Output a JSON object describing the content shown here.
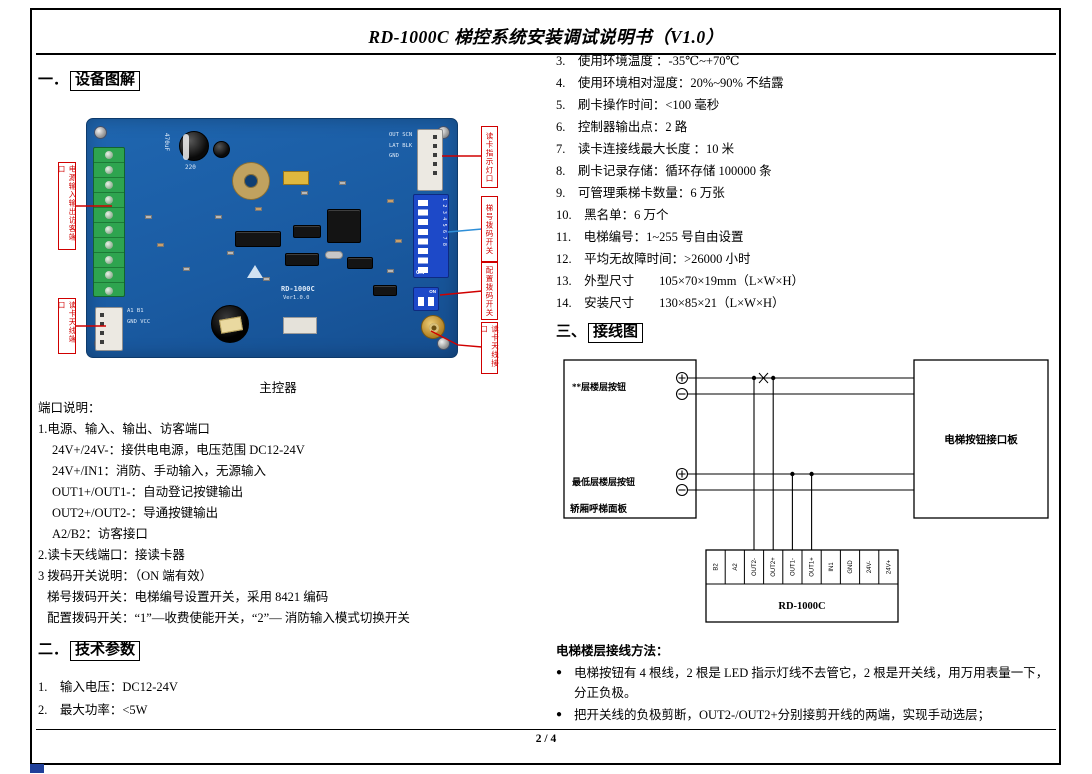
{
  "page": {
    "title": "RD-1000C 梯控系统安装调试说明书（V1.0）",
    "page_number": "2 / 4"
  },
  "sections": {
    "s1_prefix": "一．",
    "s1_title": "设备图解",
    "s2_prefix": "二．",
    "s2_title": "技术参数",
    "s3_prefix": "三、",
    "s3_title": "接线图"
  },
  "board": {
    "caption": "主控器",
    "silkscreen": {
      "model": "RD-1000C",
      "version": "Ver1.0.0",
      "cap_value": "470uF",
      "cap_value2": "220",
      "conn_left_pins": "A1 B1 GND VCC",
      "conn_right_pins": "OUT SCN LAT BLK GND",
      "dip_numbers": "12345678",
      "dip_on": "ON",
      "dip2_on": "ON"
    },
    "callouts": {
      "left_top": "电源输入输出访客端口",
      "left_bottom": "读卡天线端口",
      "right_top": "读卡指示灯口",
      "right_dip": "梯号拨码开关",
      "right_cfg": "配置拨码开关",
      "right_antenna": "读卡天线接口"
    }
  },
  "port_desc": {
    "title": "端口说明：",
    "lines": [
      "1.电源、输入、输出、访客端口",
      "24V+/24V-：接供电电源，电压范围 DC12-24V",
      "24V+/IN1：消防、手动输入，无源输入",
      "OUT1+/OUT1-：自动登记按键输出",
      "OUT2+/OUT2-：导通按键输出",
      "A2/B2：访客接口",
      "2.读卡天线端口：接读卡器",
      "3 拨码开关说明：（ON 端有效）",
      "梯号拨码开关：电梯编号设置开关，采用 8421 编码",
      "配置拨码开关：“1”—收费使能开关，“2”— 消防输入模式切换开关"
    ]
  },
  "tech_params": {
    "left": [
      "1.　输入电压：DC12-24V",
      "2.　最大功率：<5W"
    ],
    "right": [
      "3.　使用环境温度 ：-35℃~+70℃",
      "4.　使用环境相对湿度：20%~90% 不结露",
      "5.　刷卡操作时间：<100 毫秒",
      "6.　控制器输出点：2 路",
      "7.　读卡连接线最大长度 ：10 米",
      "8.　刷卡记录存储：循环存储 100000 条",
      "9.　可管理乘梯卡数量：6 万张",
      "10.　黑名单：6 万个",
      "11.　电梯编号：1~255 号自由设置",
      "12.　平均无故障时间：>26000 小时",
      "13.　外型尺寸　　105×70×19mm（L×W×H）",
      "14.　安装尺寸　　130×85×21（L×W×H）"
    ]
  },
  "diagram": {
    "top_button_label": "**层楼层按钮",
    "bottom_button_label": "最低层楼层按钮",
    "panel_label": "轿厢呼梯面板",
    "interface_board_label": "电梯按钮接口板",
    "controller_label": "RD-1000C",
    "terminals": [
      "B2",
      "A2",
      "OUT2-",
      "OUT2+",
      "OUT1-",
      "OUT1+",
      "IN1",
      "GND",
      "24V-",
      "24V+"
    ]
  },
  "wiring_method": {
    "title": "电梯楼层接线方法：",
    "bullets": [
      "电梯按钮有 4 根线，2 根是 LED 指示灯线不去管它，2 根是开关线，用万用表量一下，分正负极。",
      "把开关线的负极剪断，OUT2-/OUT2+分别接剪开线的两端，实现手动选层；"
    ]
  }
}
